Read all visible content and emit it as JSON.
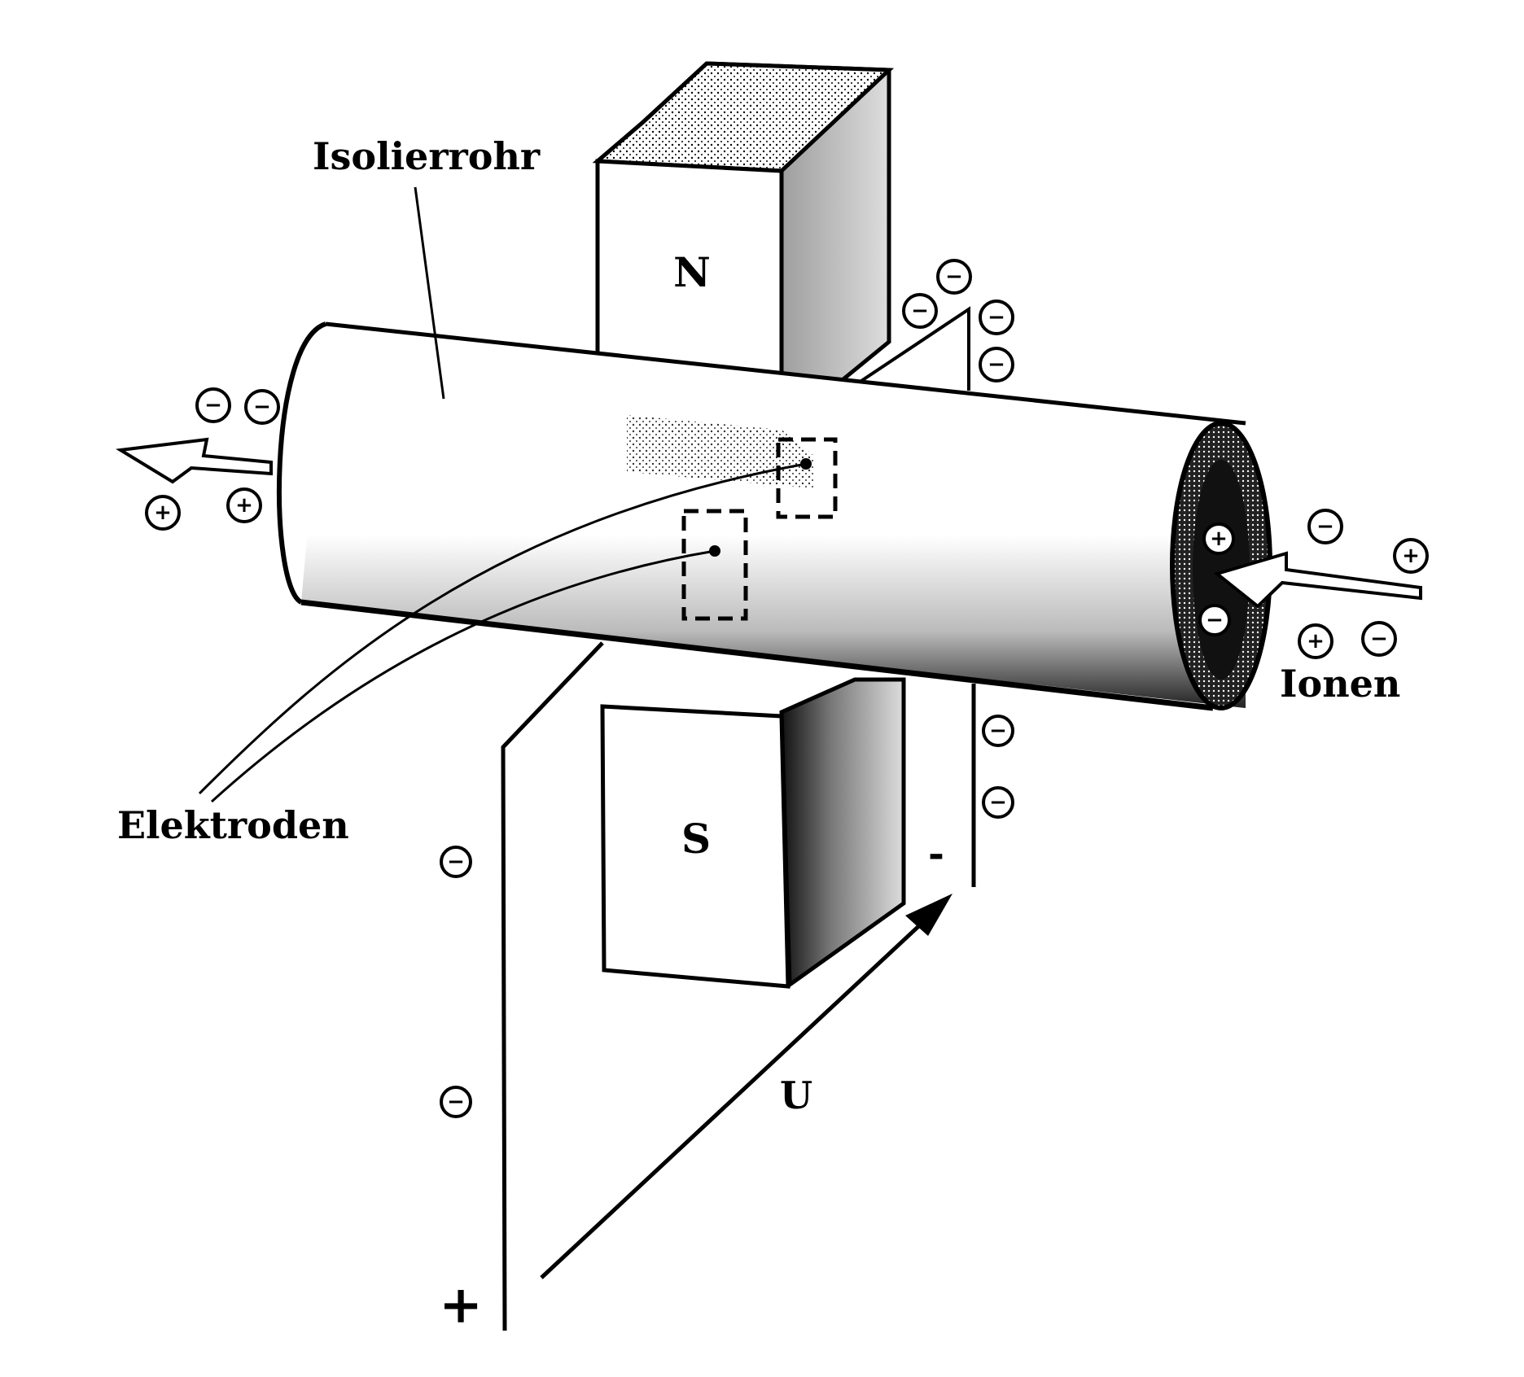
{
  "title": "Magnetohydrodynamischer Generator / Durchflussmessung",
  "labels": {
    "tube": "Isolierrohr",
    "electrodes": "Elektroden",
    "ions": "Ionen",
    "north": "N",
    "south": "S",
    "voltage": "U",
    "plus_terminal": "+",
    "minus_terminal": "-"
  },
  "charges": {
    "negative": "−",
    "positive": "+"
  },
  "colors": {
    "ink": "#000000",
    "paper": "#ffffff",
    "shade": "#555555"
  }
}
